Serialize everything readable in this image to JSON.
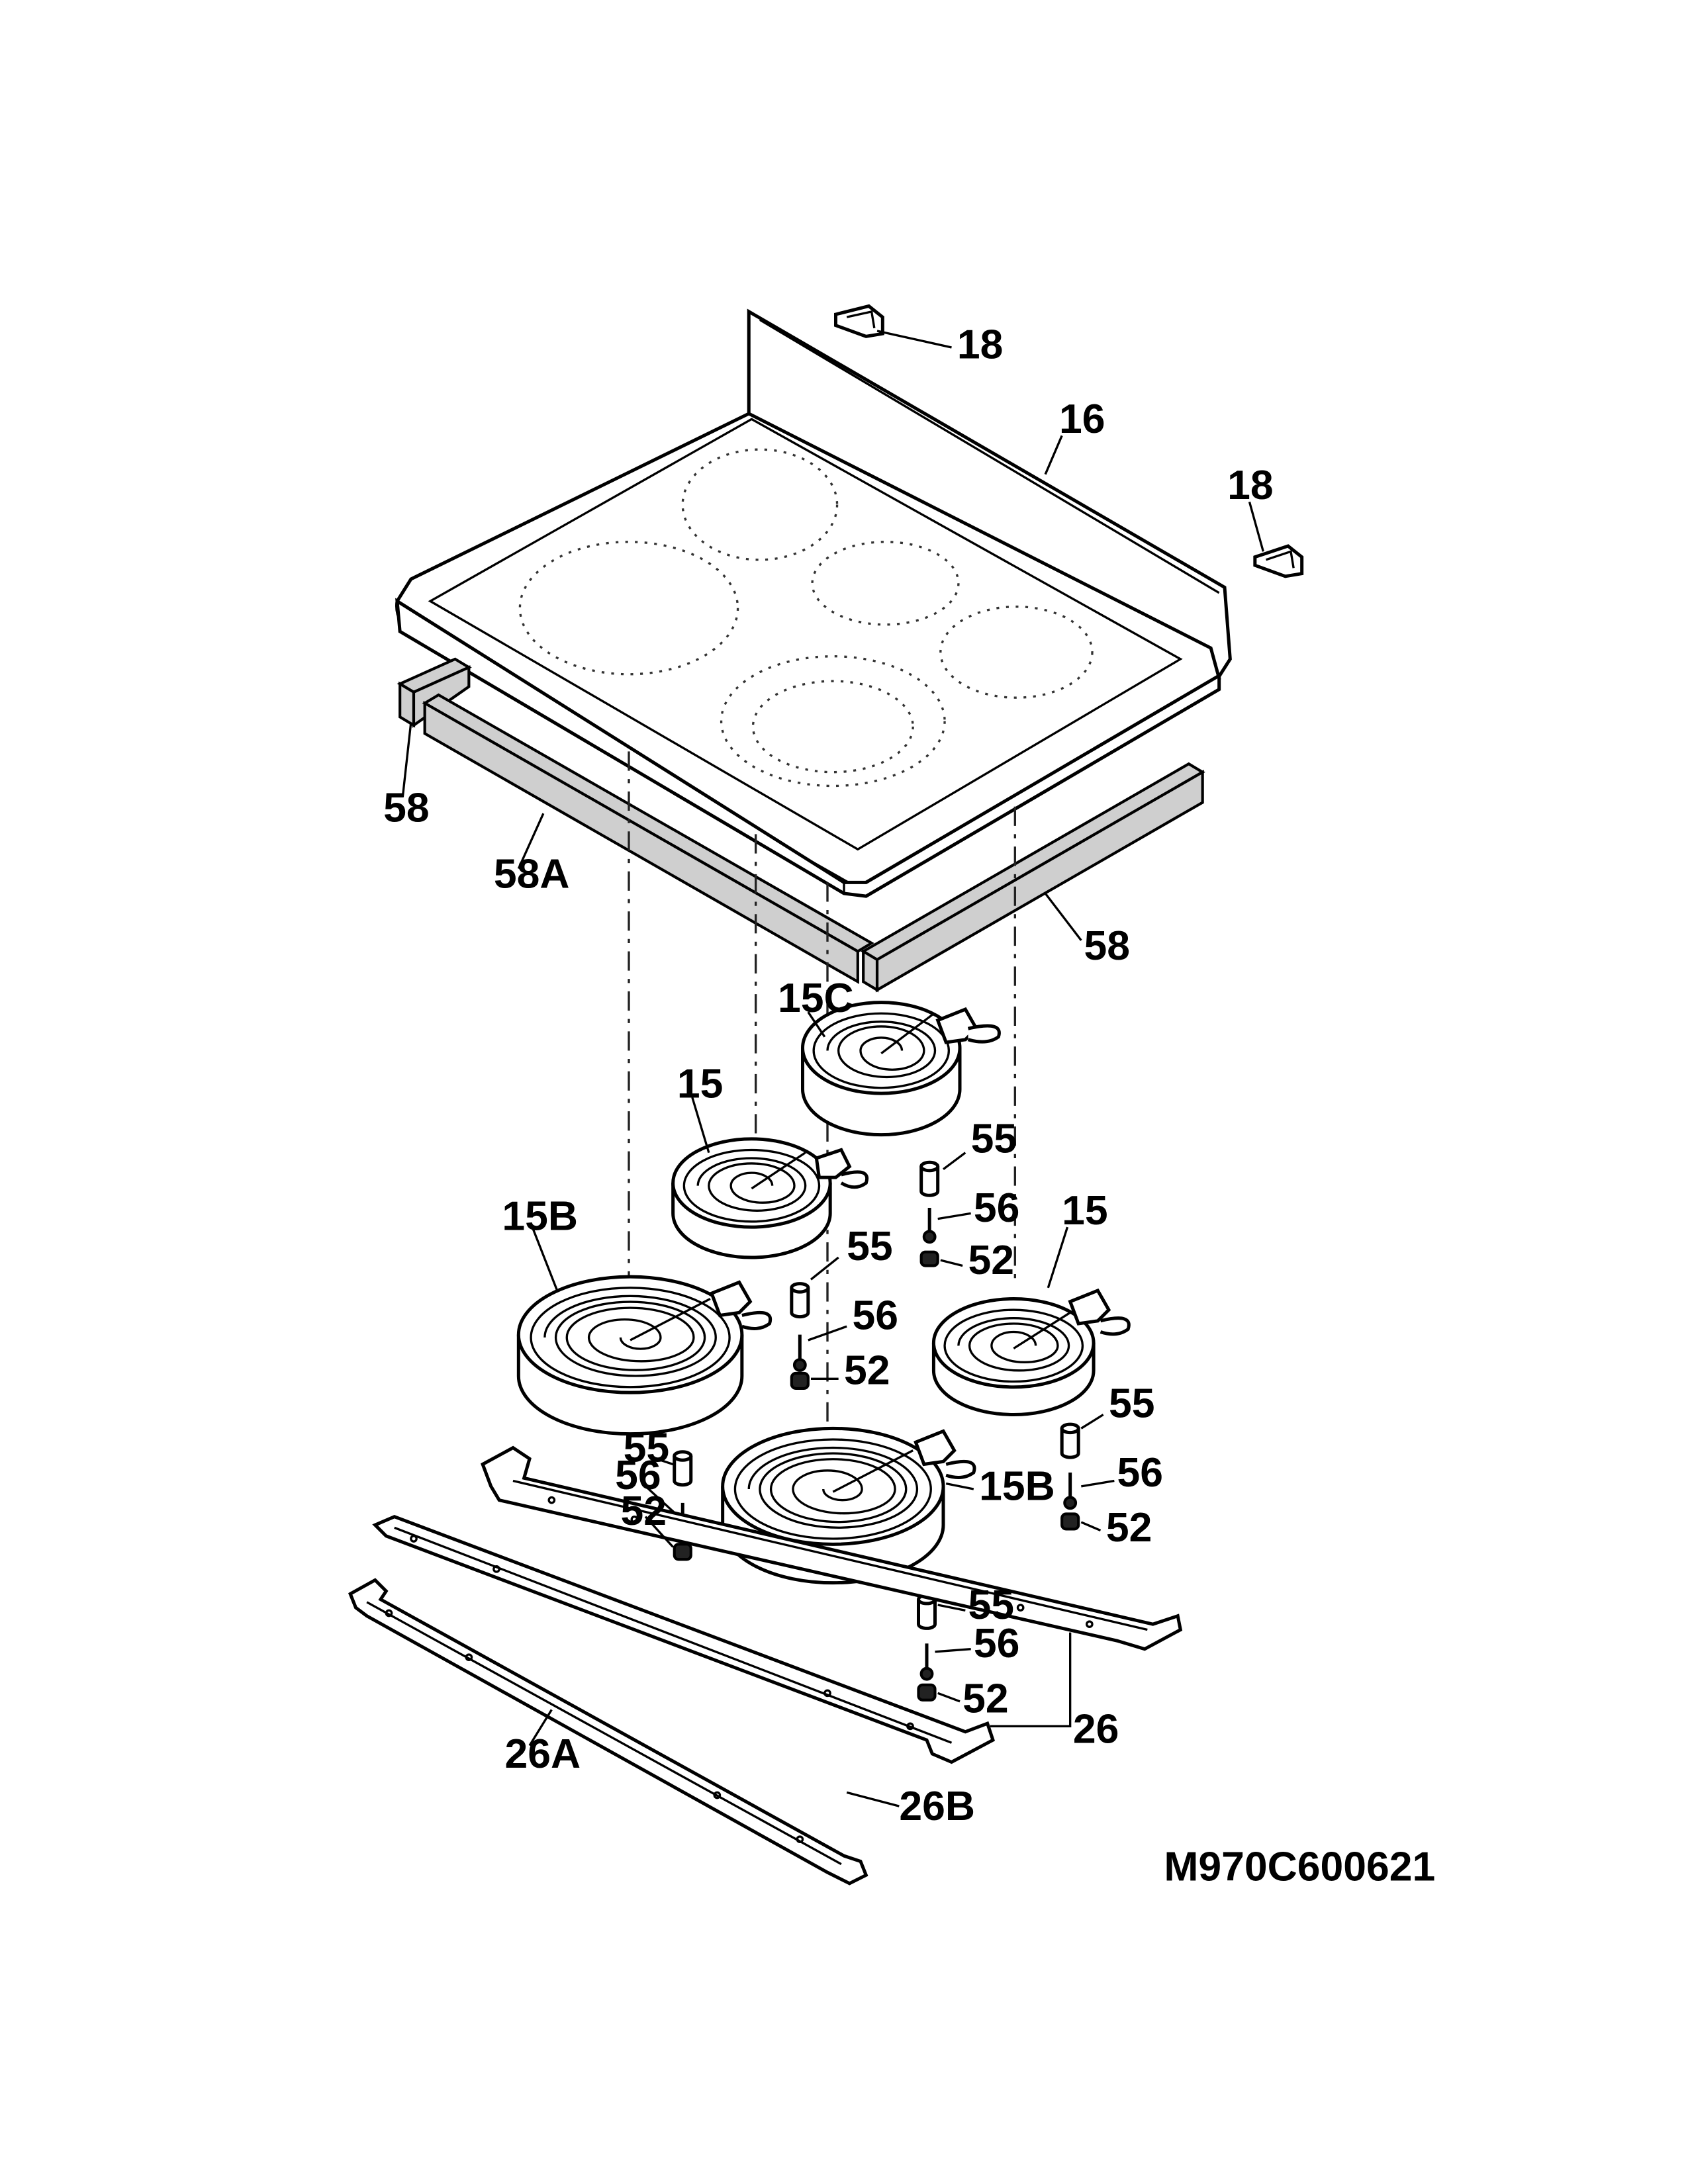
{
  "diagram": {
    "drawing_code": "M970C600621",
    "callouts": {
      "c18_top": "18",
      "c16": "16",
      "c18_right": "18",
      "c58_left": "58",
      "c58A": "58A",
      "c58_right": "58",
      "c15C": "15C",
      "c15_mid": "15",
      "c55_a": "55",
      "c56_a": "56",
      "c52_a": "52",
      "c15B_left": "15B",
      "c55_b": "55",
      "c56_b": "56",
      "c52_b": "52",
      "c15_right": "15",
      "c55_c": "55",
      "c56_c": "56",
      "c52_c": "52",
      "c55_d": "55",
      "c56_d": "56",
      "c52_d": "52",
      "c15B_right": "15B",
      "c55_e": "55",
      "c56_e": "56",
      "c52_e": "52",
      "c26": "26",
      "c26A": "26A",
      "c26B": "26B"
    }
  }
}
